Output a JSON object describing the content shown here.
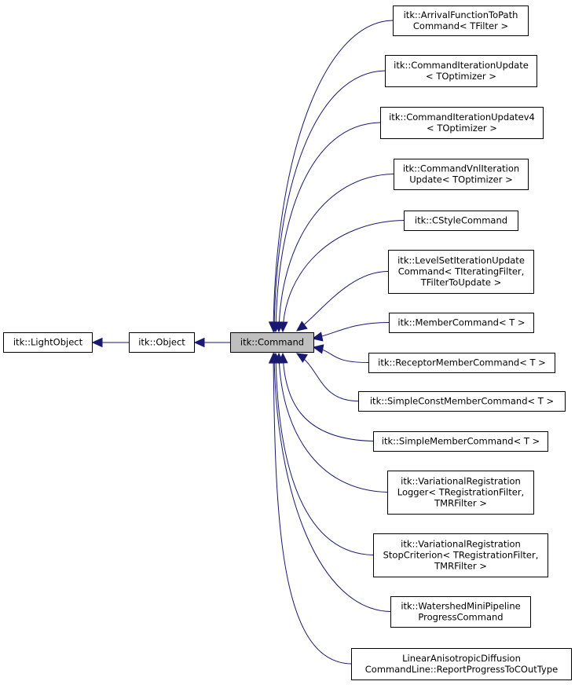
{
  "diagram": {
    "nodes": [
      {
        "id": "lightobject",
        "lines": [
          "itk::LightObject"
        ]
      },
      {
        "id": "object",
        "lines": [
          "itk::Object"
        ]
      },
      {
        "id": "command",
        "lines": [
          "itk::Command"
        ]
      },
      {
        "id": "arrivalfunction",
        "lines": [
          "itk::ArrivalFunctionToPath",
          "Command< TFilter >"
        ]
      },
      {
        "id": "cmditerupdate",
        "lines": [
          "itk::CommandIterationUpdate",
          "< TOptimizer >"
        ]
      },
      {
        "id": "cmditerupdatev4",
        "lines": [
          "itk::CommandIterationUpdatev4",
          "< TOptimizer >"
        ]
      },
      {
        "id": "cmdvnliter",
        "lines": [
          "itk::CommandVnlIteration",
          "Update< TOptimizer >"
        ]
      },
      {
        "id": "cstyle",
        "lines": [
          "itk::CStyleCommand"
        ]
      },
      {
        "id": "levelset",
        "lines": [
          "itk::LevelSetIterationUpdate",
          "Command< TIteratingFilter,",
          "TFilterToUpdate >"
        ]
      },
      {
        "id": "member",
        "lines": [
          "itk::MemberCommand< T >"
        ]
      },
      {
        "id": "receptor",
        "lines": [
          "itk::ReceptorMemberCommand< T >"
        ]
      },
      {
        "id": "simpleconst",
        "lines": [
          "itk::SimpleConstMemberCommand< T >"
        ]
      },
      {
        "id": "simplemember",
        "lines": [
          "itk::SimpleMemberCommand< T >"
        ]
      },
      {
        "id": "varlogger",
        "lines": [
          "itk::VariationalRegistration",
          "Logger< TRegistrationFilter,",
          "TMRFilter >"
        ]
      },
      {
        "id": "varstop",
        "lines": [
          "itk::VariationalRegistration",
          "StopCriterion< TRegistrationFilter,",
          "TMRFilter >"
        ]
      },
      {
        "id": "watershed",
        "lines": [
          "itk::WatershedMiniPipeline",
          "ProgressCommand"
        ]
      },
      {
        "id": "linearaniso",
        "lines": [
          "LinearAnisotropicDiffusion",
          "CommandLine::ReportProgressToCOutType"
        ]
      }
    ],
    "edges": [
      {
        "from": "object",
        "to": "lightobject"
      },
      {
        "from": "command",
        "to": "object"
      },
      {
        "from": "arrivalfunction",
        "to": "command"
      },
      {
        "from": "cmditerupdate",
        "to": "command"
      },
      {
        "from": "cmditerupdatev4",
        "to": "command"
      },
      {
        "from": "cmdvnliter",
        "to": "command"
      },
      {
        "from": "cstyle",
        "to": "command"
      },
      {
        "from": "levelset",
        "to": "command"
      },
      {
        "from": "member",
        "to": "command"
      },
      {
        "from": "receptor",
        "to": "command"
      },
      {
        "from": "simpleconst",
        "to": "command"
      },
      {
        "from": "simplemember",
        "to": "command"
      },
      {
        "from": "varlogger",
        "to": "command"
      },
      {
        "from": "varstop",
        "to": "command"
      },
      {
        "from": "watershed",
        "to": "command"
      },
      {
        "from": "linearaniso",
        "to": "command"
      }
    ],
    "highlight": "command",
    "colors": {
      "edge": "#191970",
      "highlight_fill": "#bfbfbf",
      "box_stroke": "#000000"
    }
  }
}
